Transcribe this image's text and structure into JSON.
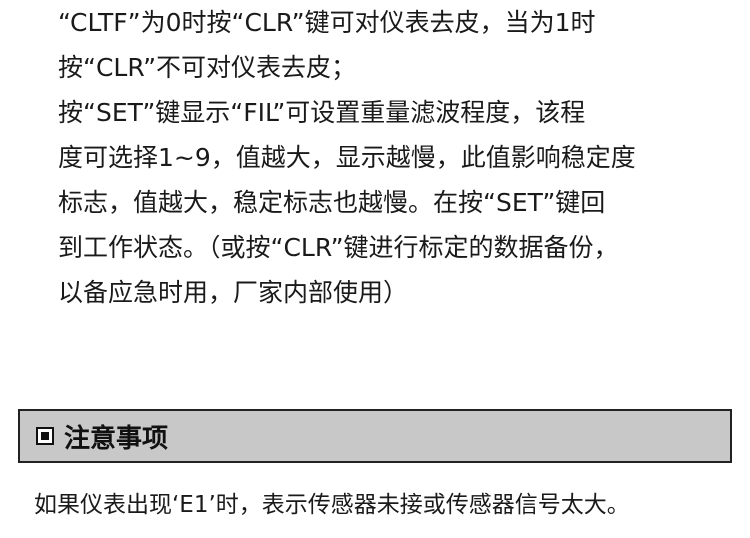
{
  "paragraph": {
    "lines": [
      "“CLTF”为0时按“CLR”键可对仪表去皮，当为1时",
      "按“CLR”不可对仪表去皮；",
      "按“SET”键显示“FIL”可设置重量滤波程度，该程",
      "度可选择1~9，值越大，显示越慢，此值影响稳定度",
      "标志，值越大，稳定标志也越慢。在按“SET”键回",
      "到工作状态。（或按“CLR”键进行标定的数据备份，",
      "以备应急时用，厂家内部使用）"
    ]
  },
  "notice": {
    "icon": "square-bullet-icon",
    "title": "注意事项",
    "text": "如果仪表出现‘E1’时，表示传感器未接或传感器信号太大。"
  }
}
